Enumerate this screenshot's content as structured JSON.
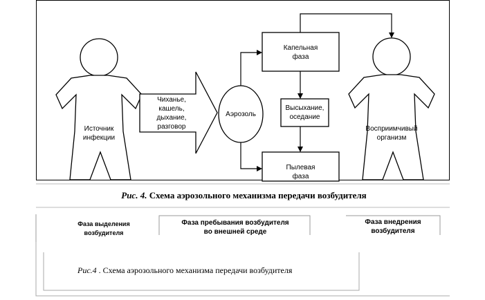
{
  "diagram": {
    "source_label": "Источник\nинфекции",
    "action_label": "Чиханье,\nкашель,\nдыхание,\nразговор",
    "aerosol_label": "Аэрозоль",
    "droplet_phase": "Капельная\nфаза",
    "drying_label": "Высыхание,\nоседание",
    "dust_phase": "Пылевая\nфаза",
    "receiver_label": "Восприимчивый\nорганизм"
  },
  "caption_top": {
    "prefix": "Рис. 4.",
    "text": "Схема аэрозольного механизма передачи возбудителя"
  },
  "phases": {
    "release": "Фаза выделения\nвозбудителя",
    "stay": "Фаза пребывания возбудителя\nво внешней среде",
    "entry": "Фаза внедрения\nвозбудителя"
  },
  "caption_bottom": {
    "prefix": "Рис.4",
    "text": " . Схема аэрозольного механизма передачи возбудителя"
  }
}
